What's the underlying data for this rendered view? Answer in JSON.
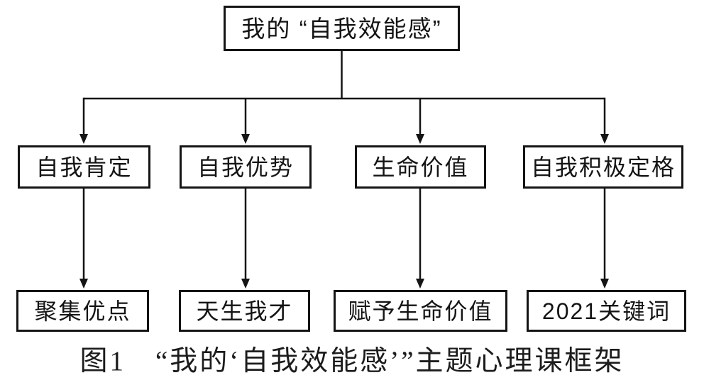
{
  "figure": {
    "root": {
      "label": "我的 “自我效能感”"
    },
    "level2": [
      {
        "label": "自我肯定"
      },
      {
        "label": "自我优势"
      },
      {
        "label": "生命价值"
      },
      {
        "label": "自我积极定格"
      }
    ],
    "level3": [
      {
        "label": "聚集优点"
      },
      {
        "label": "天生我才"
      },
      {
        "label": "赋予生命价值"
      },
      {
        "label": "2021关键词"
      }
    ],
    "caption": "图1　“我的‘自我效能感’”主题心理课框架",
    "line_color": "#141414",
    "background_color": "#ffffff"
  }
}
